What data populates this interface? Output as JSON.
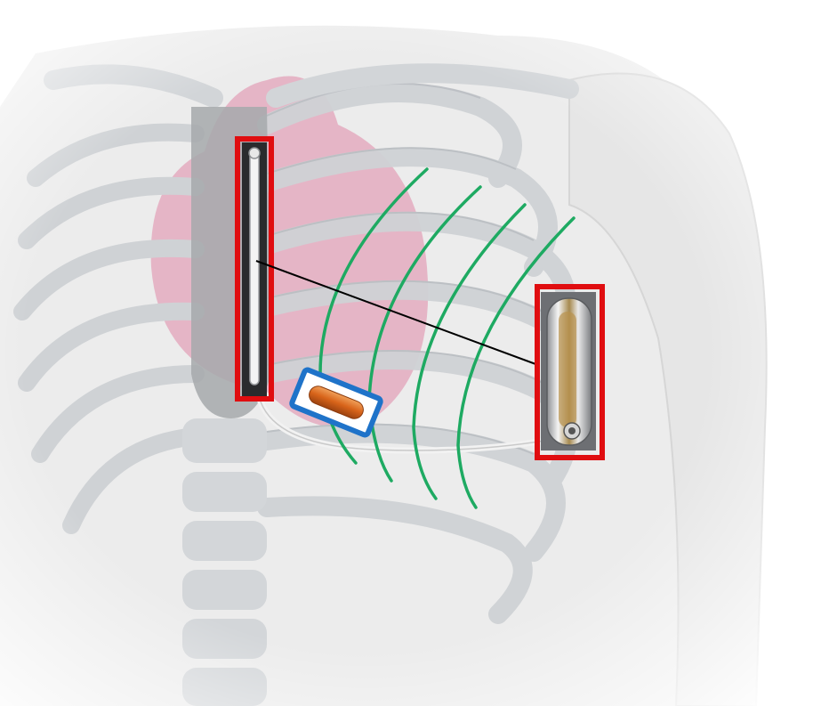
{
  "figure": {
    "subject": "thorax-anatomy-with-implanted-devices",
    "colors": {
      "background": "#ffffff",
      "skin": "#ececec",
      "bone": "#d9dbdd",
      "bone_edge": "#b8bcc0",
      "heart": "#e3a3b9",
      "sternum_dark": "#9ea1a4",
      "red_box": "#e00d10",
      "blue_box": "#1f73c9",
      "green_waves": "#1eaa62",
      "capsule": "#d8641a",
      "lead_wire": "#e8e8e8",
      "connector_line": "#000000"
    },
    "icons": {
      "electrode": "subcutaneous-electrode-icon",
      "generator": "pulse-generator-icon",
      "capsule": "leadless-capsule-icon"
    },
    "highlights": [
      {
        "id": "electrode",
        "color_key": "red_box"
      },
      {
        "id": "generator",
        "color_key": "red_box"
      },
      {
        "id": "capsule",
        "color_key": "blue_box"
      }
    ],
    "wave_count": 4
  }
}
